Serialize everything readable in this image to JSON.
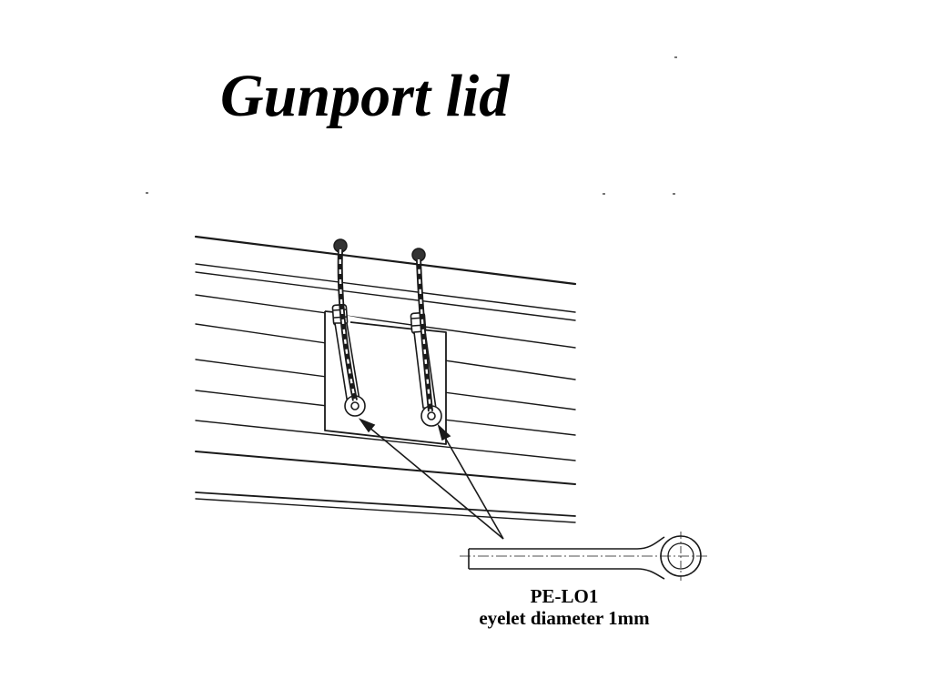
{
  "slide": {
    "title": "Gunport lid",
    "part_code": "PE-LO1",
    "part_spec": "eyelet diameter 1mm"
  },
  "colors": {
    "background": "#ffffff",
    "ink": "#1a1a1a",
    "text": "#000000"
  }
}
